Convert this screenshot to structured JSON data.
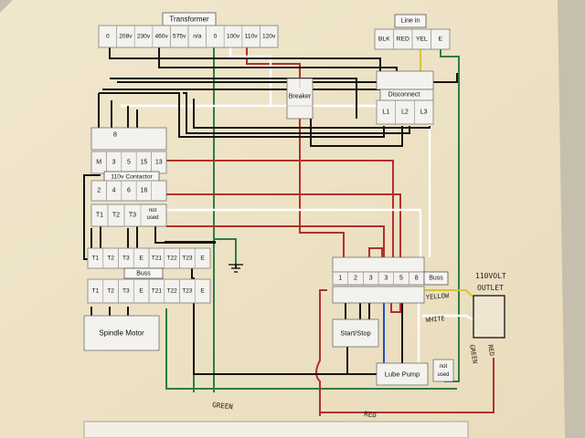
{
  "transformer": {
    "title": "Transformer",
    "taps": [
      "0",
      "208v",
      "230v",
      "460v",
      "575v",
      "n/a",
      "0",
      "100v",
      "110v",
      "120v"
    ]
  },
  "line_in": {
    "title": "Line in",
    "terminals": [
      "BLK",
      "RED",
      "YEL",
      "E"
    ]
  },
  "breaker": {
    "label": "Breaker"
  },
  "disconnect": {
    "label": "Disconnect",
    "terminals": [
      "L1",
      "L2",
      "L3"
    ]
  },
  "contactor": {
    "top_number": "8",
    "row1": [
      "M",
      "3",
      "5",
      "15",
      "13"
    ],
    "label": "110v Contactor",
    "row2": [
      "2",
      "4",
      "6",
      "18"
    ],
    "row3": [
      "T1",
      "T2",
      "T3"
    ],
    "not_used": [
      "not",
      "used"
    ]
  },
  "motor_terminals": {
    "top": [
      "T1",
      "T2",
      "T3",
      "E",
      "T21",
      "T22",
      "T23",
      "E"
    ],
    "buss_label": "Buss",
    "bottom": [
      "T1",
      "T2",
      "T3",
      "E",
      "T21",
      "T22",
      "T23",
      "E"
    ]
  },
  "spindle_motor": {
    "label": "Spindle Motor"
  },
  "control_buss": {
    "terminals": [
      "1",
      "2",
      "3",
      "3",
      "5",
      "8"
    ],
    "label": "Buss"
  },
  "start_stop": {
    "label": "Start/Stop"
  },
  "lube_pump": {
    "label": "Lube Pump"
  },
  "lube_not_used": [
    "not",
    "used"
  ],
  "outlet": {
    "label_line1": "110VOLT",
    "label_line2": "OUTLET"
  },
  "wire_labels": {
    "yellow": "YELLOW",
    "white": "WHITE",
    "green_right": "GREEN",
    "red_right": "RED",
    "green_bottom": "GREEN",
    "red_bottom": "RED"
  },
  "colors": {
    "paper": "#efe4c8",
    "black_wire": "#141414",
    "red_wire": "#b3302b",
    "green_wire": "#2e7d45",
    "white_wire": "#ffffff",
    "yellow_wire": "#d8c23a",
    "blue_wire": "#1f4fbf"
  }
}
